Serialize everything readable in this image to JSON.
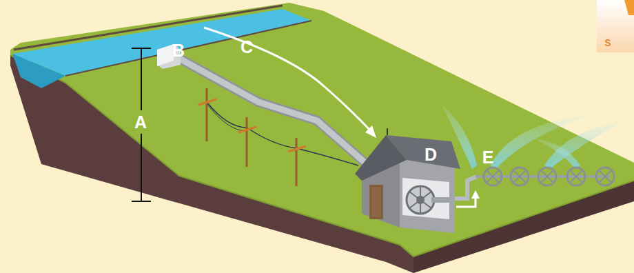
{
  "diagram": {
    "labels": [
      "B",
      "C",
      "A",
      "D",
      "E",
      "S"
    ]
  }
}
